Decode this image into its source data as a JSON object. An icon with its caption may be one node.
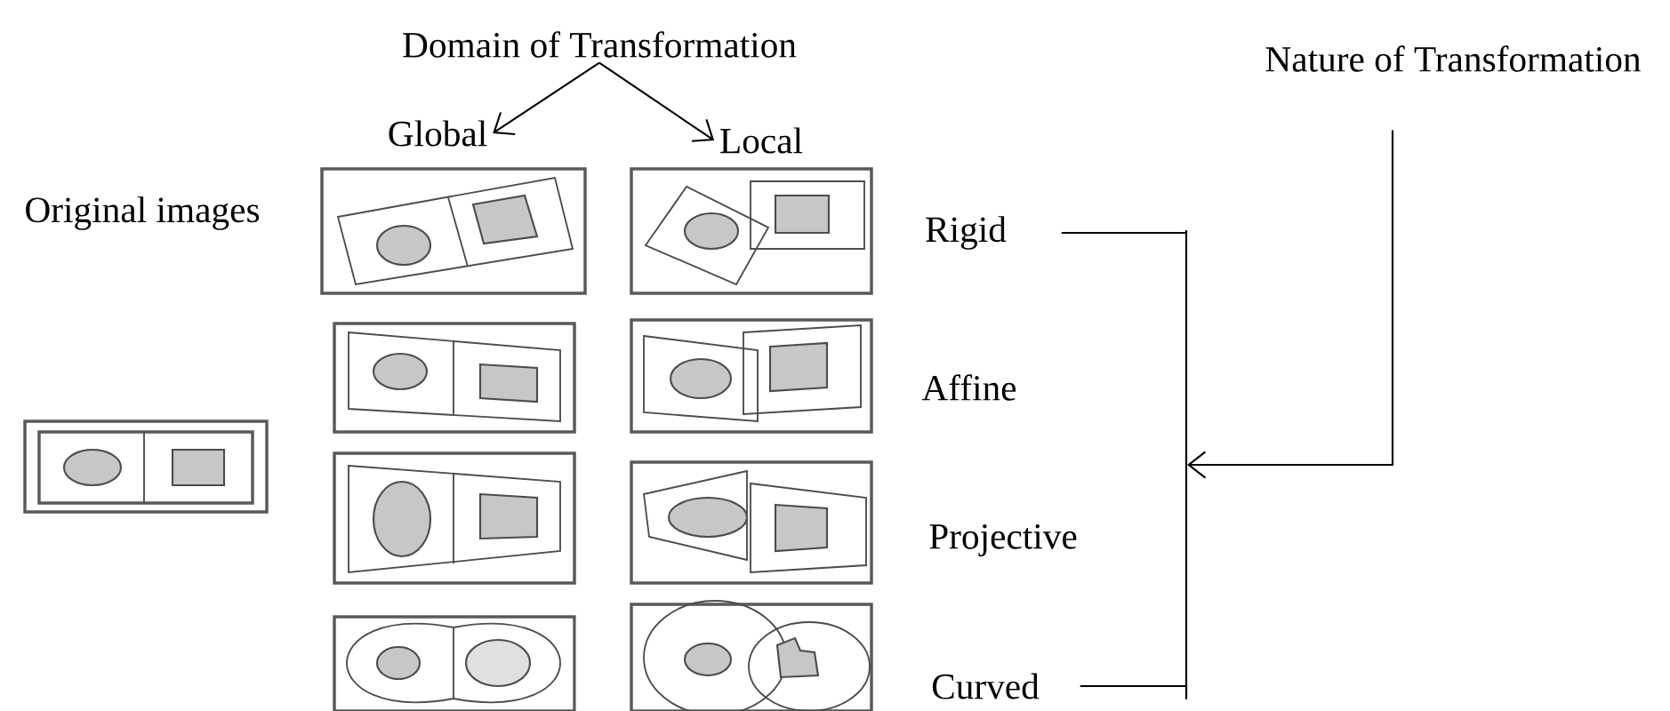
{
  "diagram": {
    "nodes": [
      {
        "text": [
          "Domain of Transformation"
        ]
      },
      {
        "text": [
          "Nature of Transformation"
        ]
      },
      {
        "text": [
          "Global"
        ]
      },
      {
        "text": [
          "Local"
        ]
      },
      {
        "text": [
          "Rigid"
        ]
      },
      {
        "text": [
          "Affine"
        ]
      },
      {
        "text": [
          "Projective"
        ]
      },
      {
        "text": [
          "Curved"
        ]
      },
      {
        "text": [],
        "shape": "bar"
      }
    ],
    "edges": [
      {
        "from": 0,
        "to": 2,
        "arrow": "to"
      },
      {
        "from": 0,
        "to": 3,
        "arrow": "to"
      },
      {
        "from": 1,
        "to": 8,
        "arrow": "to"
      },
      {
        "from": 4,
        "to": 8,
        "arrow": "none"
      },
      {
        "from": 7,
        "to": 8,
        "arrow": "none"
      }
    ],
    "labels": [
      "Original images"
    ]
  }
}
